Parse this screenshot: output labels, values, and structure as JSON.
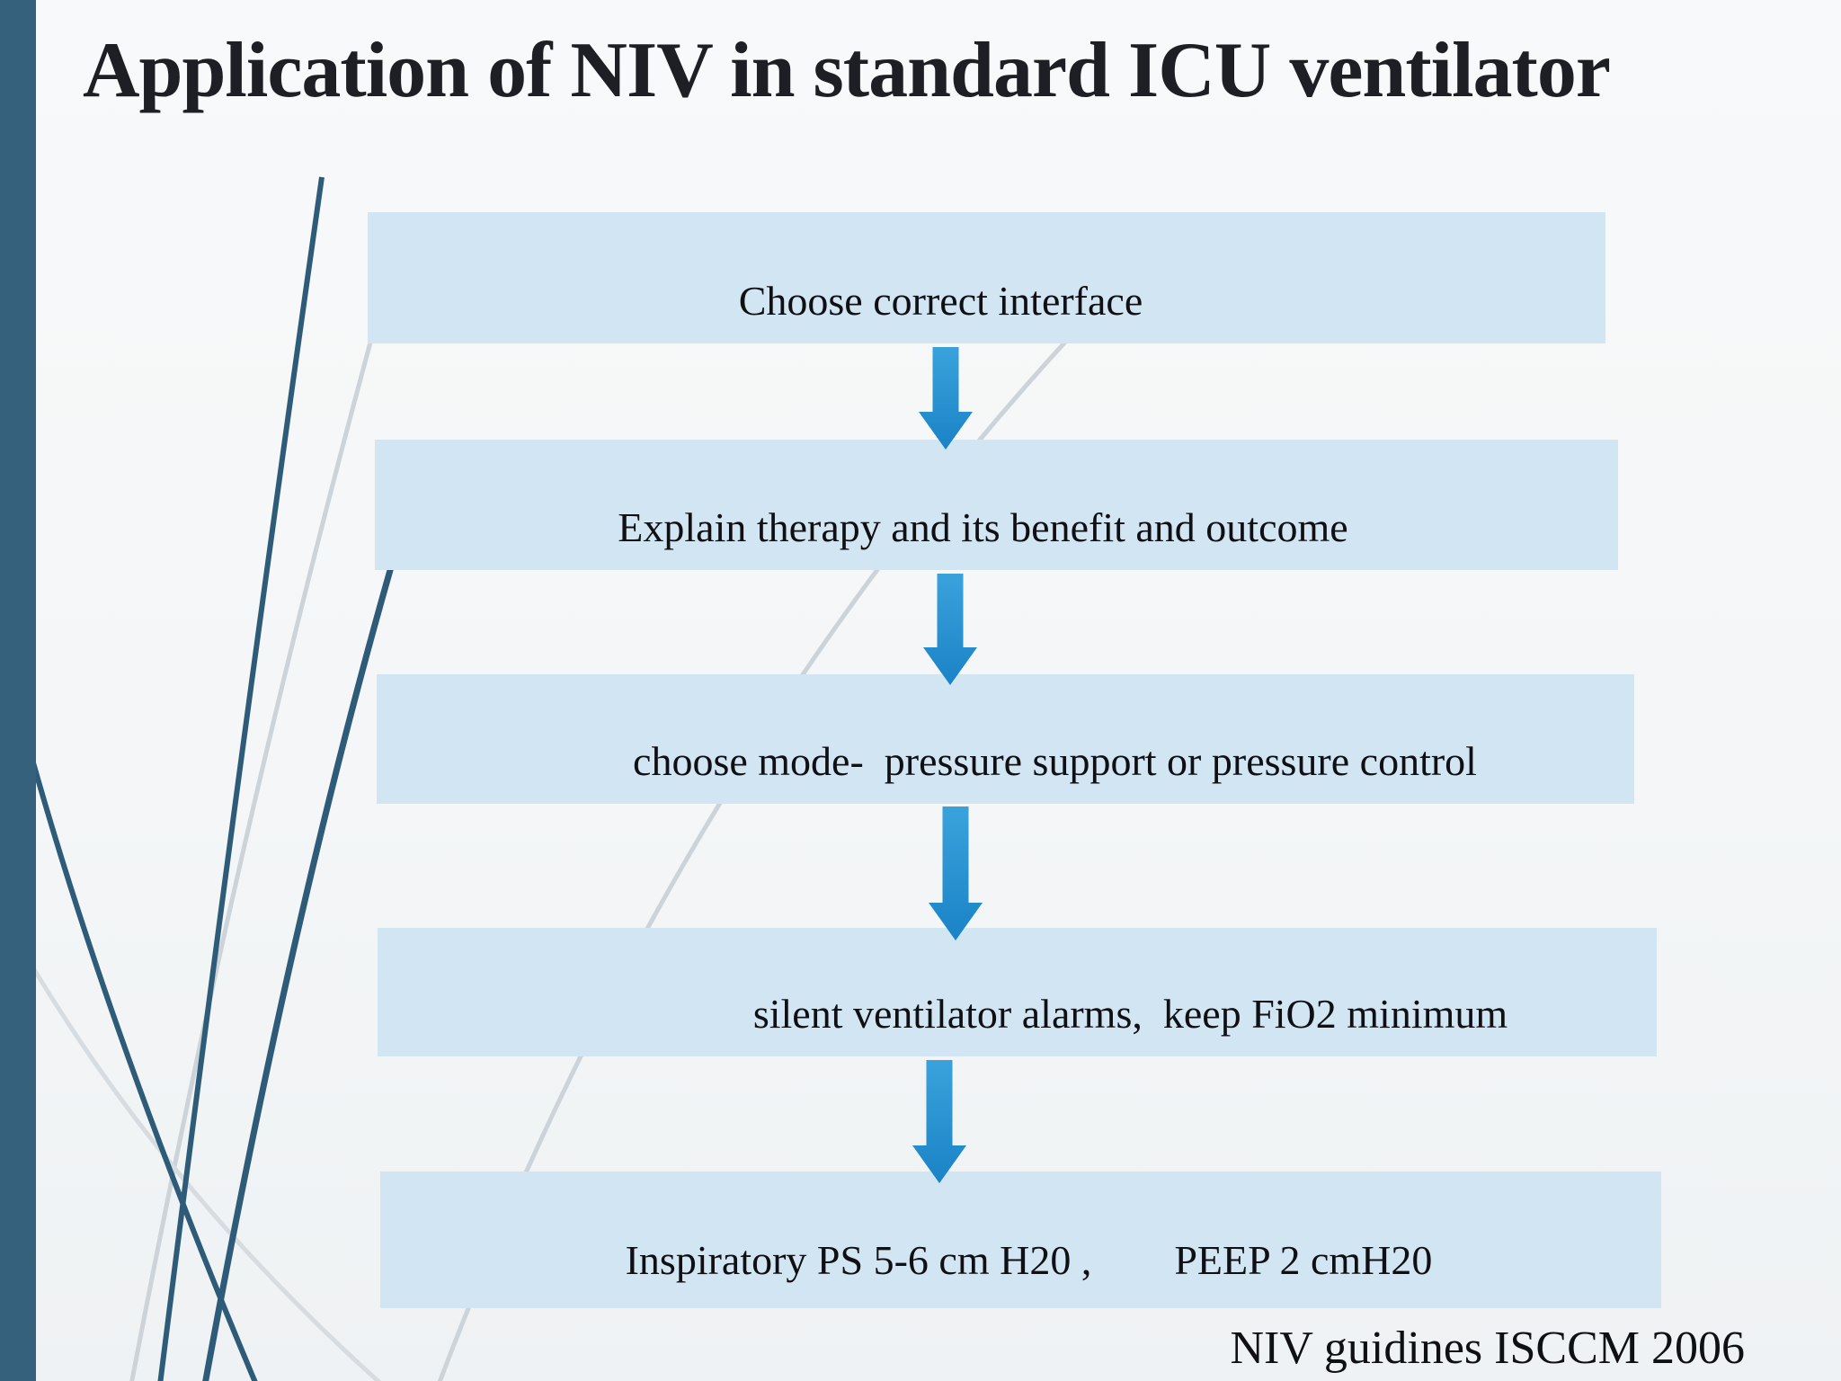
{
  "slide": {
    "title": "Application of NIV in standard ICU ventilator",
    "flow_steps": [
      {
        "label": "Choose correct interface"
      },
      {
        "label": "Explain therapy and its benefit and outcome"
      },
      {
        "label": "choose mode-  pressure support or pressure control"
      },
      {
        "label": "silent ventilator alarms,  keep FiO2 minimum"
      },
      {
        "label": "Inspiratory PS 5-6 cm H20 ,        PEEP 2 cmH20"
      }
    ],
    "citation": "NIV guidines ISCCM 2006",
    "colors": {
      "box_fill": "#d2e5f3",
      "arrow_top": "#3aa2db",
      "arrow_bottom": "#1a83c6",
      "sidebar_bar": "#35617c",
      "swoosh_dark": "#2e5b78",
      "swoosh_gray": "#ccd3d9",
      "swoosh_gray_faint": "#d7dce0",
      "background": "#f4f6f7",
      "text": "#101014"
    }
  }
}
